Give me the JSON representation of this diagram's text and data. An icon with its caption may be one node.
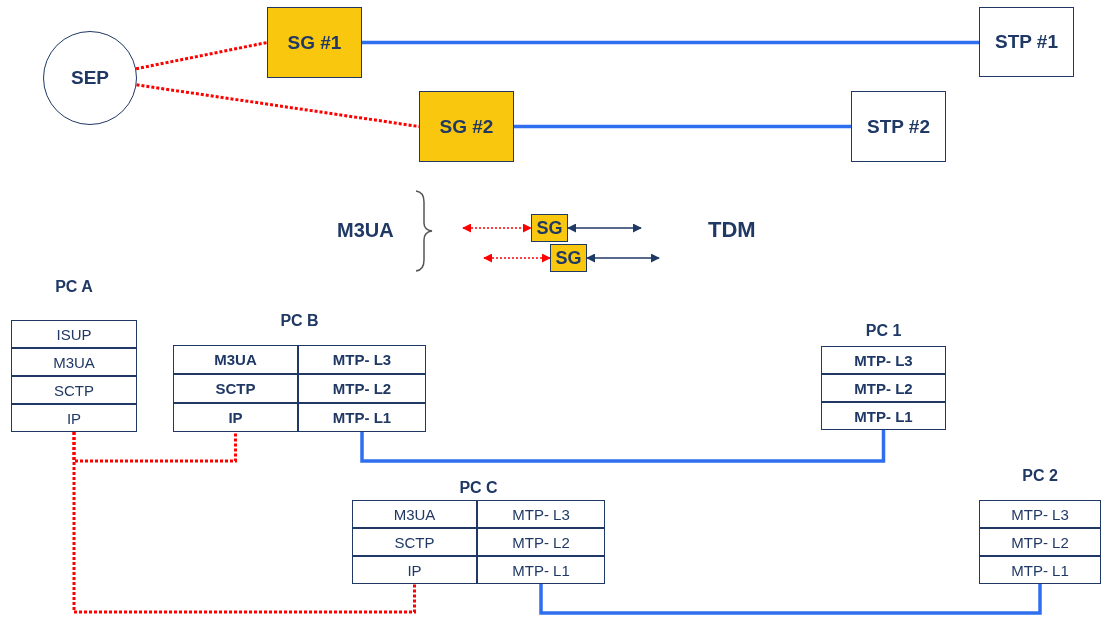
{
  "diagram": {
    "nodes": [
      {
        "text": [
          "SEP"
        ]
      },
      {
        "text": [
          "SG #1"
        ]
      },
      {
        "text": [
          "SG #2"
        ]
      },
      {
        "text": [
          "STP #1"
        ]
      },
      {
        "text": [
          "STP #2"
        ]
      },
      {
        "text": [
          "SG"
        ]
      },
      {
        "text": [
          "SG"
        ]
      },
      {
        "text": [
          "PC A"
        ]
      },
      {
        "text": [
          "ISUP"
        ],
        "in": 7
      },
      {
        "text": [
          "M3UA"
        ],
        "in": 7
      },
      {
        "text": [
          "SCTP"
        ],
        "in": 7
      },
      {
        "text": [
          "IP"
        ],
        "in": 7
      },
      {
        "text": [
          "PC B"
        ]
      },
      {
        "text": [
          "M3UA"
        ],
        "in": 12
      },
      {
        "text": [
          "MTP- L3"
        ],
        "in": 12
      },
      {
        "text": [
          "SCTP"
        ],
        "in": 12
      },
      {
        "text": [
          "MTP- L2"
        ],
        "in": 12
      },
      {
        "text": [
          "IP"
        ],
        "in": 12
      },
      {
        "text": [
          "MTP- L1"
        ],
        "in": 12
      },
      {
        "text": [
          "PC 1"
        ]
      },
      {
        "text": [
          "MTP- L3"
        ],
        "in": 19
      },
      {
        "text": [
          "MTP- L2"
        ],
        "in": 19
      },
      {
        "text": [
          "MTP- L1"
        ],
        "in": 19
      },
      {
        "text": [
          "PC C"
        ]
      },
      {
        "text": [
          "M3UA"
        ],
        "in": 23
      },
      {
        "text": [
          "MTP- L3"
        ],
        "in": 23
      },
      {
        "text": [
          "SCTP"
        ],
        "in": 23
      },
      {
        "text": [
          "MTP- L2"
        ],
        "in": 23
      },
      {
        "text": [
          "IP"
        ],
        "in": 23
      },
      {
        "text": [
          "MTP- L1"
        ],
        "in": 23
      },
      {
        "text": [
          "PC 2"
        ]
      },
      {
        "text": [
          "MTP- L3"
        ],
        "in": 30
      },
      {
        "text": [
          "MTP- L2"
        ],
        "in": 30
      },
      {
        "text": [
          "MTP- L1"
        ],
        "in": 30
      }
    ],
    "edges": [
      {
        "from": 0,
        "to": 1,
        "arrow": "none",
        "style": "dashed",
        "color": "#ff0000"
      },
      {
        "from": 0,
        "to": 2,
        "arrow": "none",
        "style": "dashed",
        "color": "#ff0000"
      },
      {
        "from": 1,
        "to": 3,
        "arrow": "none",
        "color": "#2f6fef"
      },
      {
        "from": 2,
        "to": 4,
        "arrow": "none",
        "color": "#2f6fef"
      },
      {
        "from": null,
        "to": 5,
        "arrow": "both",
        "style": "dashed",
        "color": "#ff0000"
      },
      {
        "from": null,
        "to": 6,
        "arrow": "both",
        "style": "dashed",
        "color": "#ff0000"
      },
      {
        "from": 5,
        "to": null,
        "arrow": "both",
        "color": "#1f3864"
      },
      {
        "from": 6,
        "to": null,
        "arrow": "both",
        "color": "#1f3864"
      },
      {
        "from": 11,
        "to": 17,
        "arrow": "none",
        "style": "dashed",
        "color": "#ff0000"
      },
      {
        "from": 11,
        "to": 28,
        "arrow": "none",
        "style": "dashed",
        "color": "#ff0000"
      },
      {
        "from": 18,
        "to": 22,
        "arrow": "none",
        "color": "#2f6fef"
      },
      {
        "from": 29,
        "to": 33,
        "arrow": "none",
        "color": "#2f6fef"
      }
    ],
    "labels": [
      "M3UA",
      "TDM"
    ]
  }
}
